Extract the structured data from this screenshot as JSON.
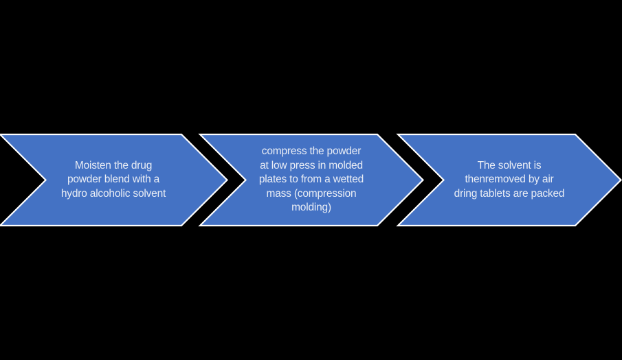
{
  "diagram": {
    "shape_type": "chevron-arrow",
    "direction": "right",
    "steps": [
      {
        "label": "Moisten the drug\npowder blend with a\nhydro alcoholic solvent"
      },
      {
        "label": "compress the powder\nat low press in molded\nplates to from a wetted\nmass (compression\nmolding)"
      },
      {
        "label": "The solvent is\nthenremoved by air\ndring tablets are packed"
      }
    ]
  },
  "colors": {
    "arrow-fill": "#4472C4",
    "arrow-stroke": "#FFFFFF",
    "text": "#E9EDF5",
    "background": "#000000"
  }
}
